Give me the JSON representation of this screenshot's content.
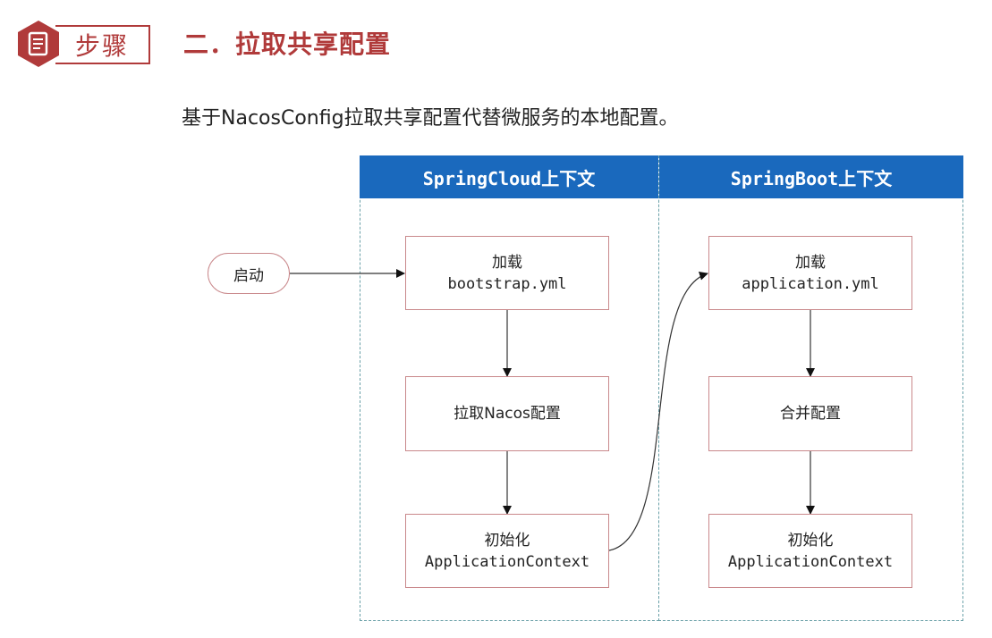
{
  "header": {
    "badge_label": "步骤",
    "title": "二．拉取共享配置",
    "description": "基于NacosConfig拉取共享配置代替微服务的本地配置。",
    "icon": "document-icon",
    "accent_color": "#b03a3a"
  },
  "diagram": {
    "header_color": "#1a69bd",
    "columns": [
      {
        "title": "SpringCloud上下文"
      },
      {
        "title": "SpringBoot上下文"
      }
    ],
    "start_label": "启动",
    "cloud_nodes": [
      {
        "line1": "加载",
        "line2": "bootstrap.yml"
      },
      {
        "line1": "拉取Nacos配置",
        "line2": ""
      },
      {
        "line1": "初始化",
        "line2": "ApplicationContext"
      }
    ],
    "boot_nodes": [
      {
        "line1": "加载",
        "line2": "application.yml"
      },
      {
        "line1": "合并配置",
        "line2": ""
      },
      {
        "line1": "初始化",
        "line2": "ApplicationContext"
      }
    ]
  }
}
